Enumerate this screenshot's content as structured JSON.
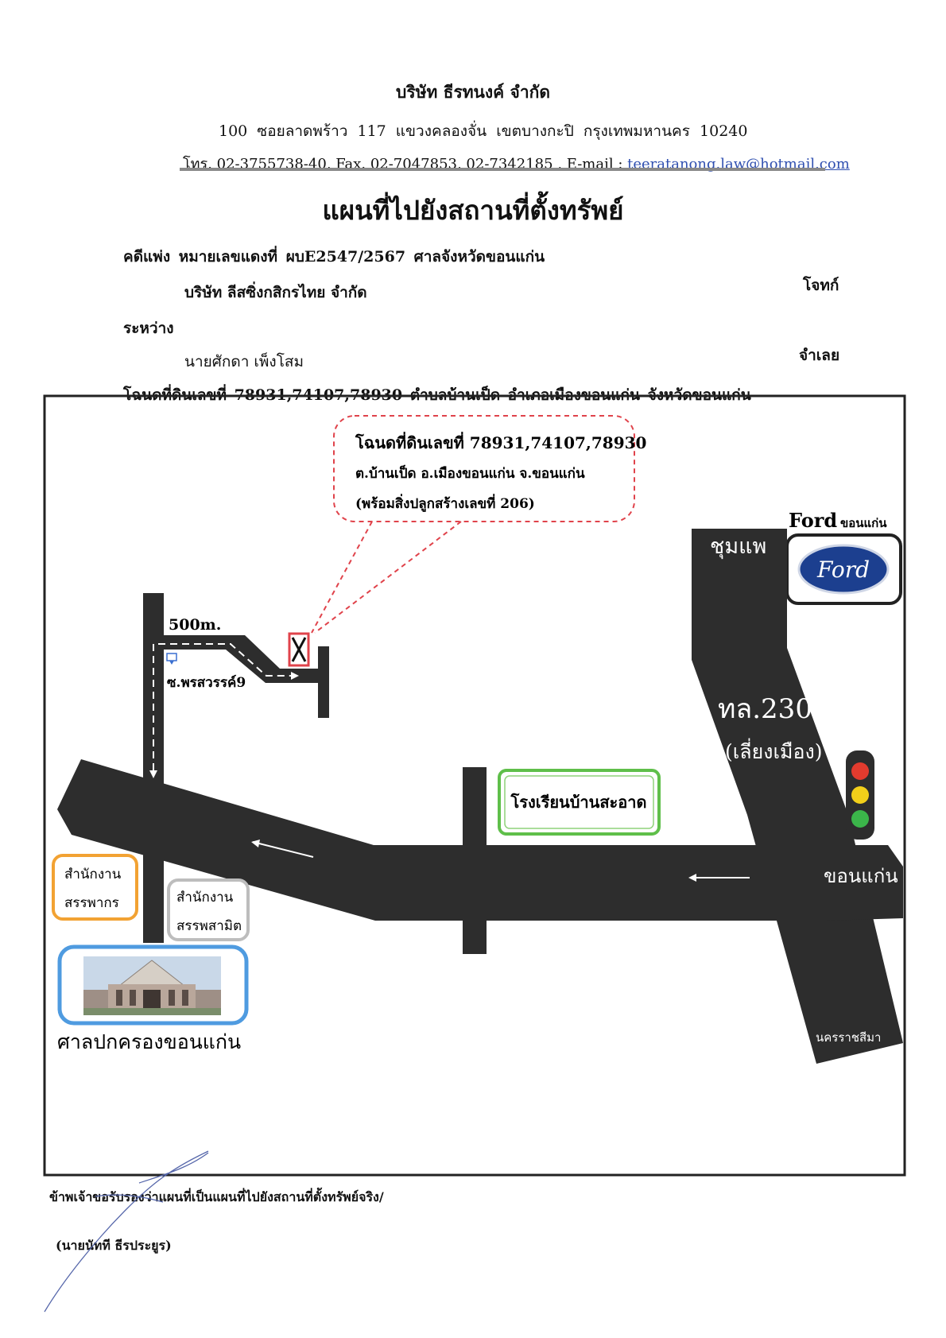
{
  "header": {
    "company": "บริษัท ธีรทนงค์ จำกัด",
    "address": "100 ซอยลาดพร้าว 117 แขวงคลองจั่น เขตบางกะปิ กรุงเทพมหานคร 10240",
    "contact_prefix": "โทร. 02-3755738-40, Fax. 02-7047853, 02-7342185 , E-mail : ",
    "email": "teeratanong.law@hotmail.com"
  },
  "title": "แผนที่ไปยังสถานที่ตั้งทรัพย์",
  "case": {
    "line": "คดีแพ่ง หมายเลขแดงที่ ผบE2547/2567 ศาลจังหวัดขอนแก่น",
    "plaintiff": "บริษัท ลีสซิ่งกสิกรไทย จำกัด",
    "plaintiff_role": "โจทก์",
    "between": "ระหว่าง",
    "defendant": "นายศักดา เพ็งโสม",
    "defendant_role": "จำเลย",
    "deed_line": "โฉนดที่ดินเลขที่ 78931,74107,78930 ตำบลบ้านเป็ด อำเภอเมืองขอนแก่น จังหวัดขอนแก่น"
  },
  "map": {
    "callout": {
      "line1": "โฉนดที่ดินเลขที่ 78931,74107,78930",
      "line2": "ต.บ้านเป็ด อ.เมืองขอนแก่น จ.ขอนแก่น",
      "line3": "(พร้อมสิ่งปลูกสร้างเลขที่ 206)"
    },
    "ford_brand": "Ford",
    "ford_city": "ขอนแก่น",
    "ford_logo": "Ford",
    "road_chumphae": "ชุมแพ",
    "distance": "500m.",
    "soi": "ซ.พรสวรรค์9",
    "highway": "ทล.230",
    "highway_sub": "(เลี่ยงเมือง)",
    "school": "โรงเรียนบ้านสะอาด",
    "khonkaen": "ขอนแก่น",
    "revenue_l1": "สำนักงาน",
    "revenue_l2": "สรรพากร",
    "excise_l1": "สำนักงาน",
    "excise_l2": "สรรพสามิต",
    "court": "ศาลปกครองขอนแก่น",
    "nakhon": "นครราชสีมา",
    "colors": {
      "road": "#2d2d2d",
      "callout_border": "#e0434b",
      "school_border": "#5fbf4a",
      "revenue_border": "#f2a233",
      "excise_border": "#bdbdbd",
      "court_border": "#4f9be0",
      "ford_blue": "#1c3f8f"
    }
  },
  "footer": {
    "certification": "ข้าพเจ้าขอรับรองว่าแผนที่เป็นแผนที่ไปยังสถานที่ตั้งทรัพย์จริง/",
    "signer": "(นายนัทที ธีรประยูร)"
  }
}
